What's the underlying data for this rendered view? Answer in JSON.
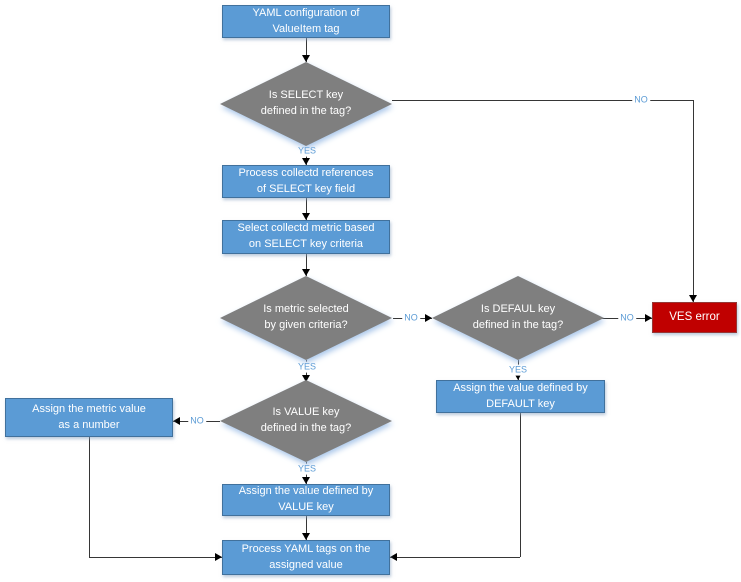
{
  "diagram": {
    "nodes": {
      "start": {
        "type": "process",
        "label": "YAML configuration of\nValueItem tag"
      },
      "is_select": {
        "type": "decision",
        "label": "Is SELECT key\ndefined in the tag?"
      },
      "process_references": {
        "type": "process",
        "label": "Process collectd references\nof SELECT key field"
      },
      "select_metric": {
        "type": "process",
        "label": "Select collectd metric based\non SELECT key criteria"
      },
      "is_metric_selected": {
        "type": "decision",
        "label": "Is metric selected\nby given criteria?"
      },
      "is_default": {
        "type": "decision",
        "label": "Is DEFAUL key\ndefined in the tag?"
      },
      "ves_error": {
        "type": "error",
        "label": "VES error"
      },
      "assign_default": {
        "type": "process",
        "label": "Assign the value defined by\nDEFAULT key"
      },
      "is_value": {
        "type": "decision",
        "label": "Is VALUE key\ndefined in the tag?"
      },
      "assign_metric_number": {
        "type": "process",
        "label": "Assign the metric value\nas a number"
      },
      "assign_value": {
        "type": "process",
        "label": "Assign the value defined by\nVALUE key"
      },
      "process_yaml": {
        "type": "process",
        "label": "Process YAML tags on the\nassigned value"
      }
    },
    "edge_labels": {
      "select_yes": "YES",
      "select_no": "NO",
      "metric_yes": "YES",
      "metric_no": "NO",
      "default_yes": "YES",
      "default_no": "NO",
      "value_yes": "YES",
      "value_no": "NO"
    },
    "colors": {
      "process_fill": "#5B9BD5",
      "process_border": "#41719C",
      "decision_fill": "#7F7F7F",
      "error_fill": "#C00000",
      "error_border": "#953735",
      "connector": "#363636",
      "arrowhead": "#000000",
      "edge_label_text": "#5B9BD5"
    }
  }
}
